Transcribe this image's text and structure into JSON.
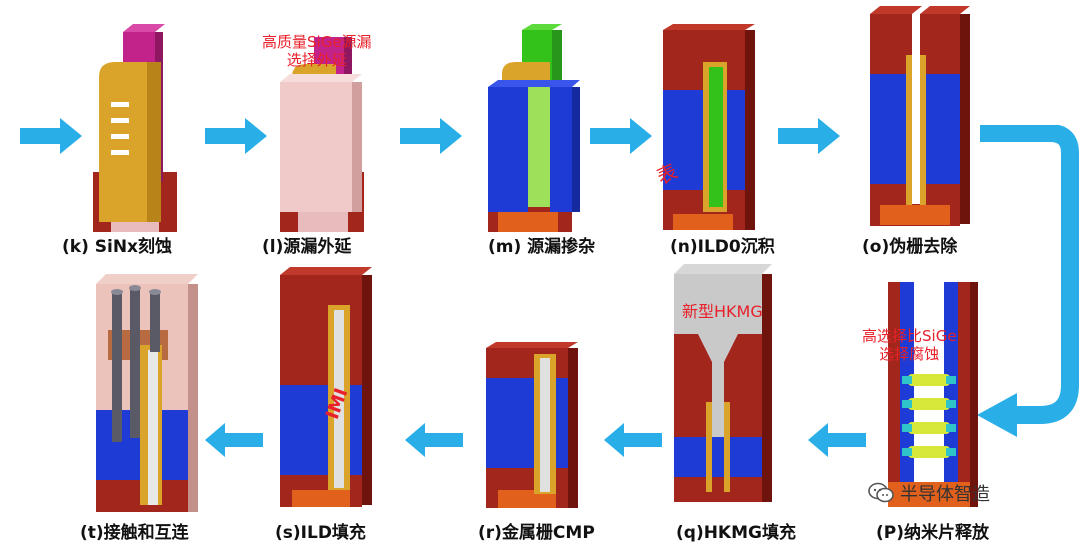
{
  "top_caption": "",
  "steps": [
    {
      "id": "k",
      "label": "(k) SiNx刻蚀"
    },
    {
      "id": "l",
      "label": "(l)源漏外延"
    },
    {
      "id": "m",
      "label": "(m) 源漏掺杂"
    },
    {
      "id": "n",
      "label": "(n)ILD0沉积"
    },
    {
      "id": "o",
      "label": "(o)伪栅去除"
    },
    {
      "id": "p",
      "label": "(P)纳米片释放"
    },
    {
      "id": "q",
      "label": "(q)HKMG填充"
    },
    {
      "id": "r",
      "label": "(r)金属栅CMP"
    },
    {
      "id": "s",
      "label": "(s)ILD填充"
    },
    {
      "id": "t",
      "label": "(t)接触和互连"
    }
  ],
  "annotations": {
    "l_line1": "高质量SiGe源漏",
    "l_line2": "选择外延",
    "p_line1": "高选择比SiGe",
    "p_line2": "选择腐蚀",
    "q_note": "新型HKMG",
    "n_stamp": "表",
    "s_stamp": "IMI"
  },
  "watermark": {
    "text": "半导体智造"
  },
  "colors": {
    "red": "#a3261c",
    "red_dark": "#6f140d",
    "blue": "#1f3bd6",
    "gold": "#d9a429",
    "green": "#33c21a",
    "pink": "#e8bcbc",
    "magenta": "#c2238a",
    "arrow": "#29aee8",
    "gray": "#c9c9c9"
  }
}
